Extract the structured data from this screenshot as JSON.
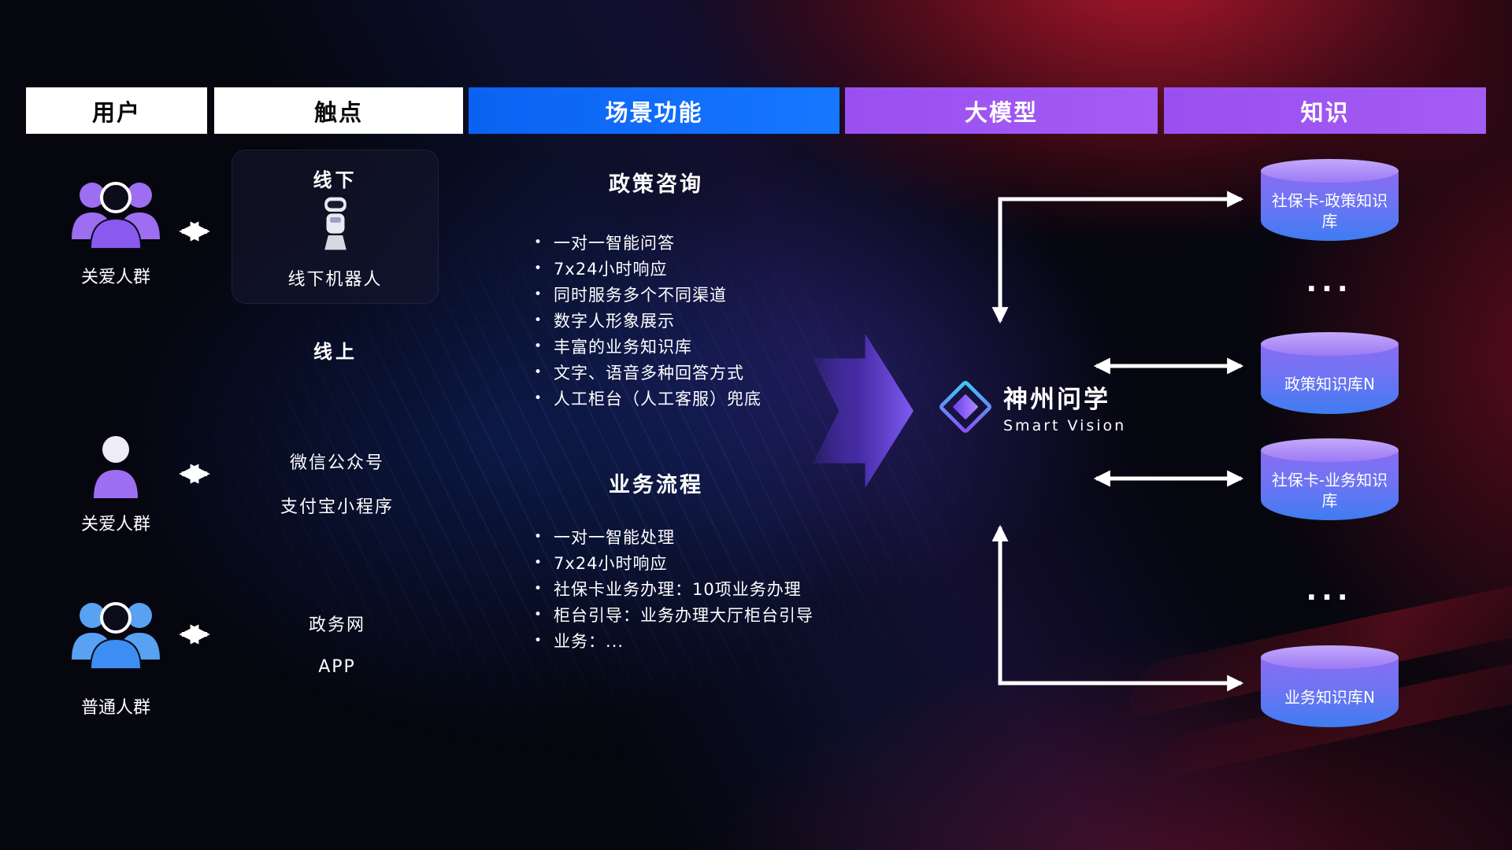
{
  "headers": [
    {
      "label": "用户"
    },
    {
      "label": "触点"
    },
    {
      "label": "场景功能"
    },
    {
      "label": "大模型"
    },
    {
      "label": "知识"
    }
  ],
  "users": [
    {
      "label": "关爱人群"
    },
    {
      "label": "关爱人群"
    },
    {
      "label": "普通人群"
    }
  ],
  "touchpoints": {
    "offline_title": "线下",
    "offline_device": "线下机器人",
    "online_title": "线上",
    "channels": [
      "微信公众号",
      "支付宝小程序",
      "政务网",
      "APP"
    ]
  },
  "scenarios": [
    {
      "title": "政策咨询",
      "items": [
        "一对一智能问答",
        "7x24小时响应",
        "同时服务多个不同渠道",
        "数字人形象展示",
        "丰富的业务知识库",
        "文字、语音多种回答方式",
        "人工柜台（人工客服）兜底"
      ]
    },
    {
      "title": "业务流程",
      "items": [
        "一对一智能处理",
        "7x24小时响应",
        "社保卡业务办理：10项业务办理",
        "柜台引导：业务办理大厅柜台引导",
        "业务：..."
      ]
    }
  ],
  "model": {
    "name": "神州问学",
    "subtitle": "Smart Vision"
  },
  "knowledge": {
    "databases": [
      "社保卡-政策知识库",
      "政策知识库N",
      "社保卡-业务知识库",
      "业务知识库N"
    ],
    "ellipsis": "..."
  },
  "colors": {
    "header_blue": "#0b66f5",
    "header_purple": "#9b51f0",
    "cylinder_top": "#b293f8",
    "cylinder_body_top": "#8a6cf3",
    "cylinder_body_bottom": "#3f7cf1",
    "accent_purple": "#7e57f0",
    "arrow_white": "#ffffff"
  }
}
